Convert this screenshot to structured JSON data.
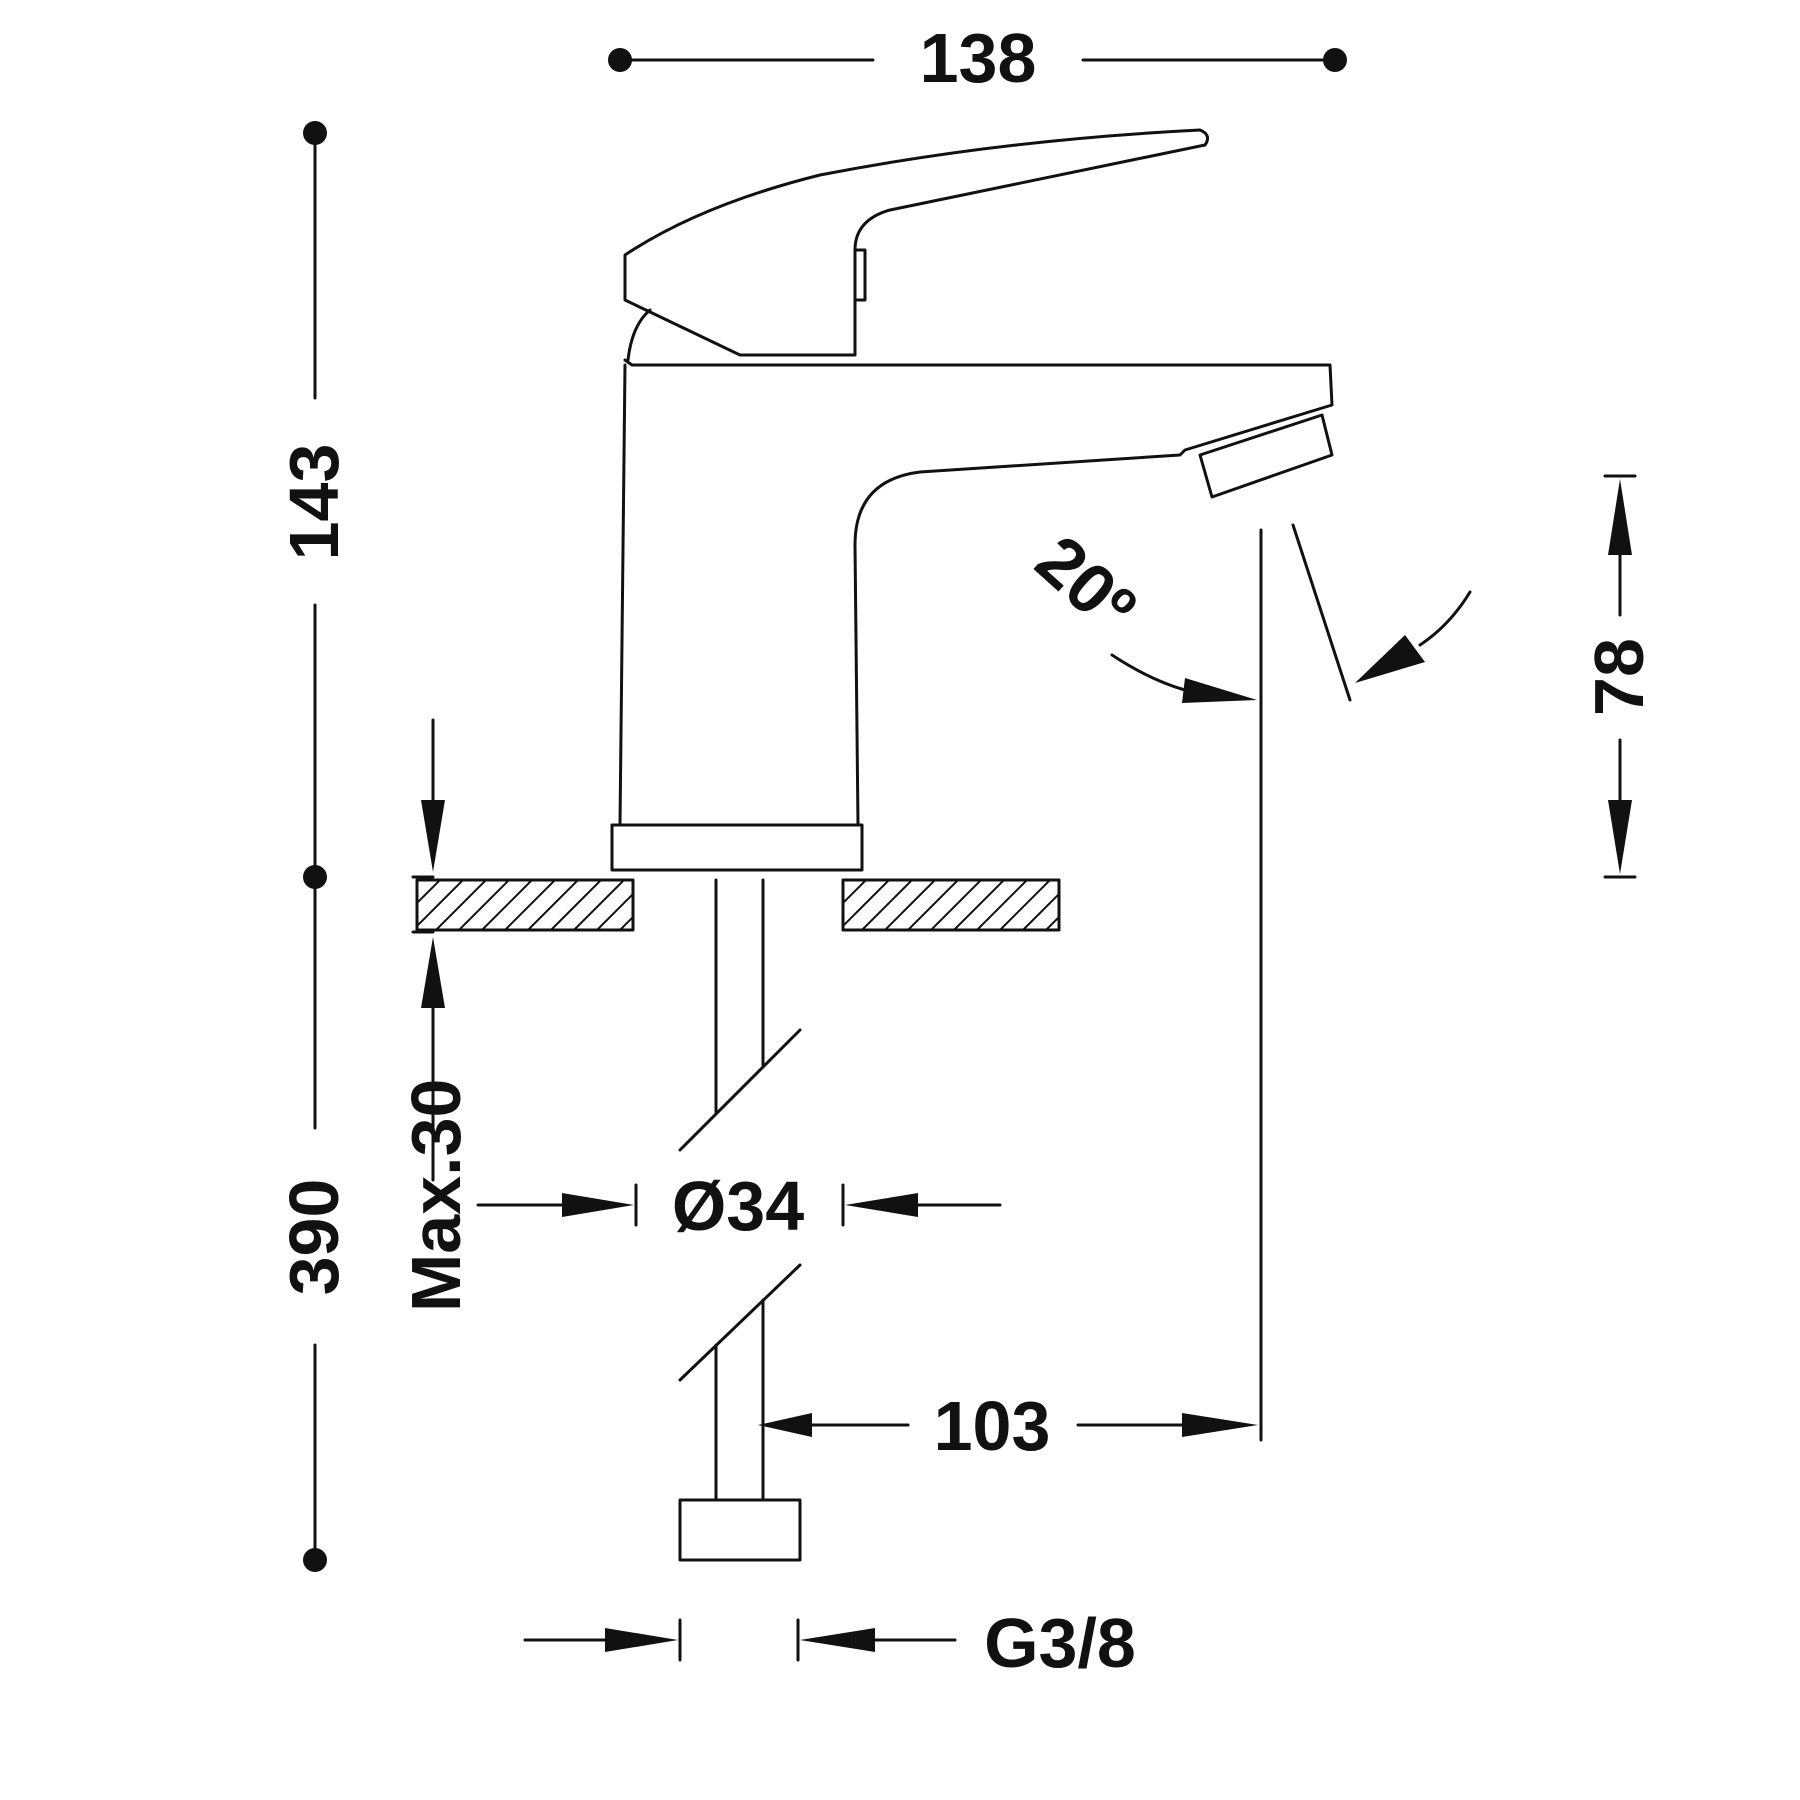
{
  "drawing": {
    "dimensions": {
      "overall_width": "138",
      "body_height": "143",
      "total_height": "390",
      "spout_clearance": "78",
      "spout_reach": "103",
      "shank_diameter": "Ø34",
      "max_deck_thickness": "Max.30",
      "connection_thread": "G3/8",
      "spout_angle": "20º"
    }
  }
}
